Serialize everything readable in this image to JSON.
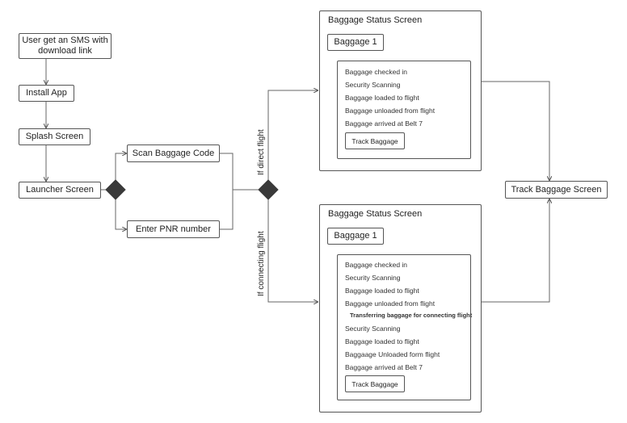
{
  "nodes": {
    "sms": "User get an SMS with download link",
    "install": "Install App",
    "splash": "Splash Screen",
    "launcher": "Launcher Screen",
    "scan": "Scan Baggage Code",
    "pnr": "Enter PNR number",
    "track_screen": "Track Baggage Screen"
  },
  "edge_labels": {
    "direct": "If direct flight",
    "connecting": "If connecting flight"
  },
  "direct_panel": {
    "title": "Baggage Status Screen",
    "tab": "Baggage 1",
    "items": [
      "Baggage checked in",
      "Security Scanning",
      "Baggage loaded to flight",
      "Baggage unloaded from flight",
      "Baggage arrived at Belt 7"
    ],
    "button": "Track Baggage"
  },
  "connecting_panel": {
    "title": "Baggage Status Screen",
    "tab": "Baggage 1",
    "items": [
      "Baggage checked in",
      "Security Scanning",
      "Baggage loaded to flight",
      "Baggage unloaded from flight",
      "Transferring baggage for connecting flight",
      "Security Scanning",
      "Baggage loaded to flight",
      "Baggaage Unloaded form flight",
      "Baggage arrived at Belt 7"
    ],
    "button": "Track Baggage"
  }
}
